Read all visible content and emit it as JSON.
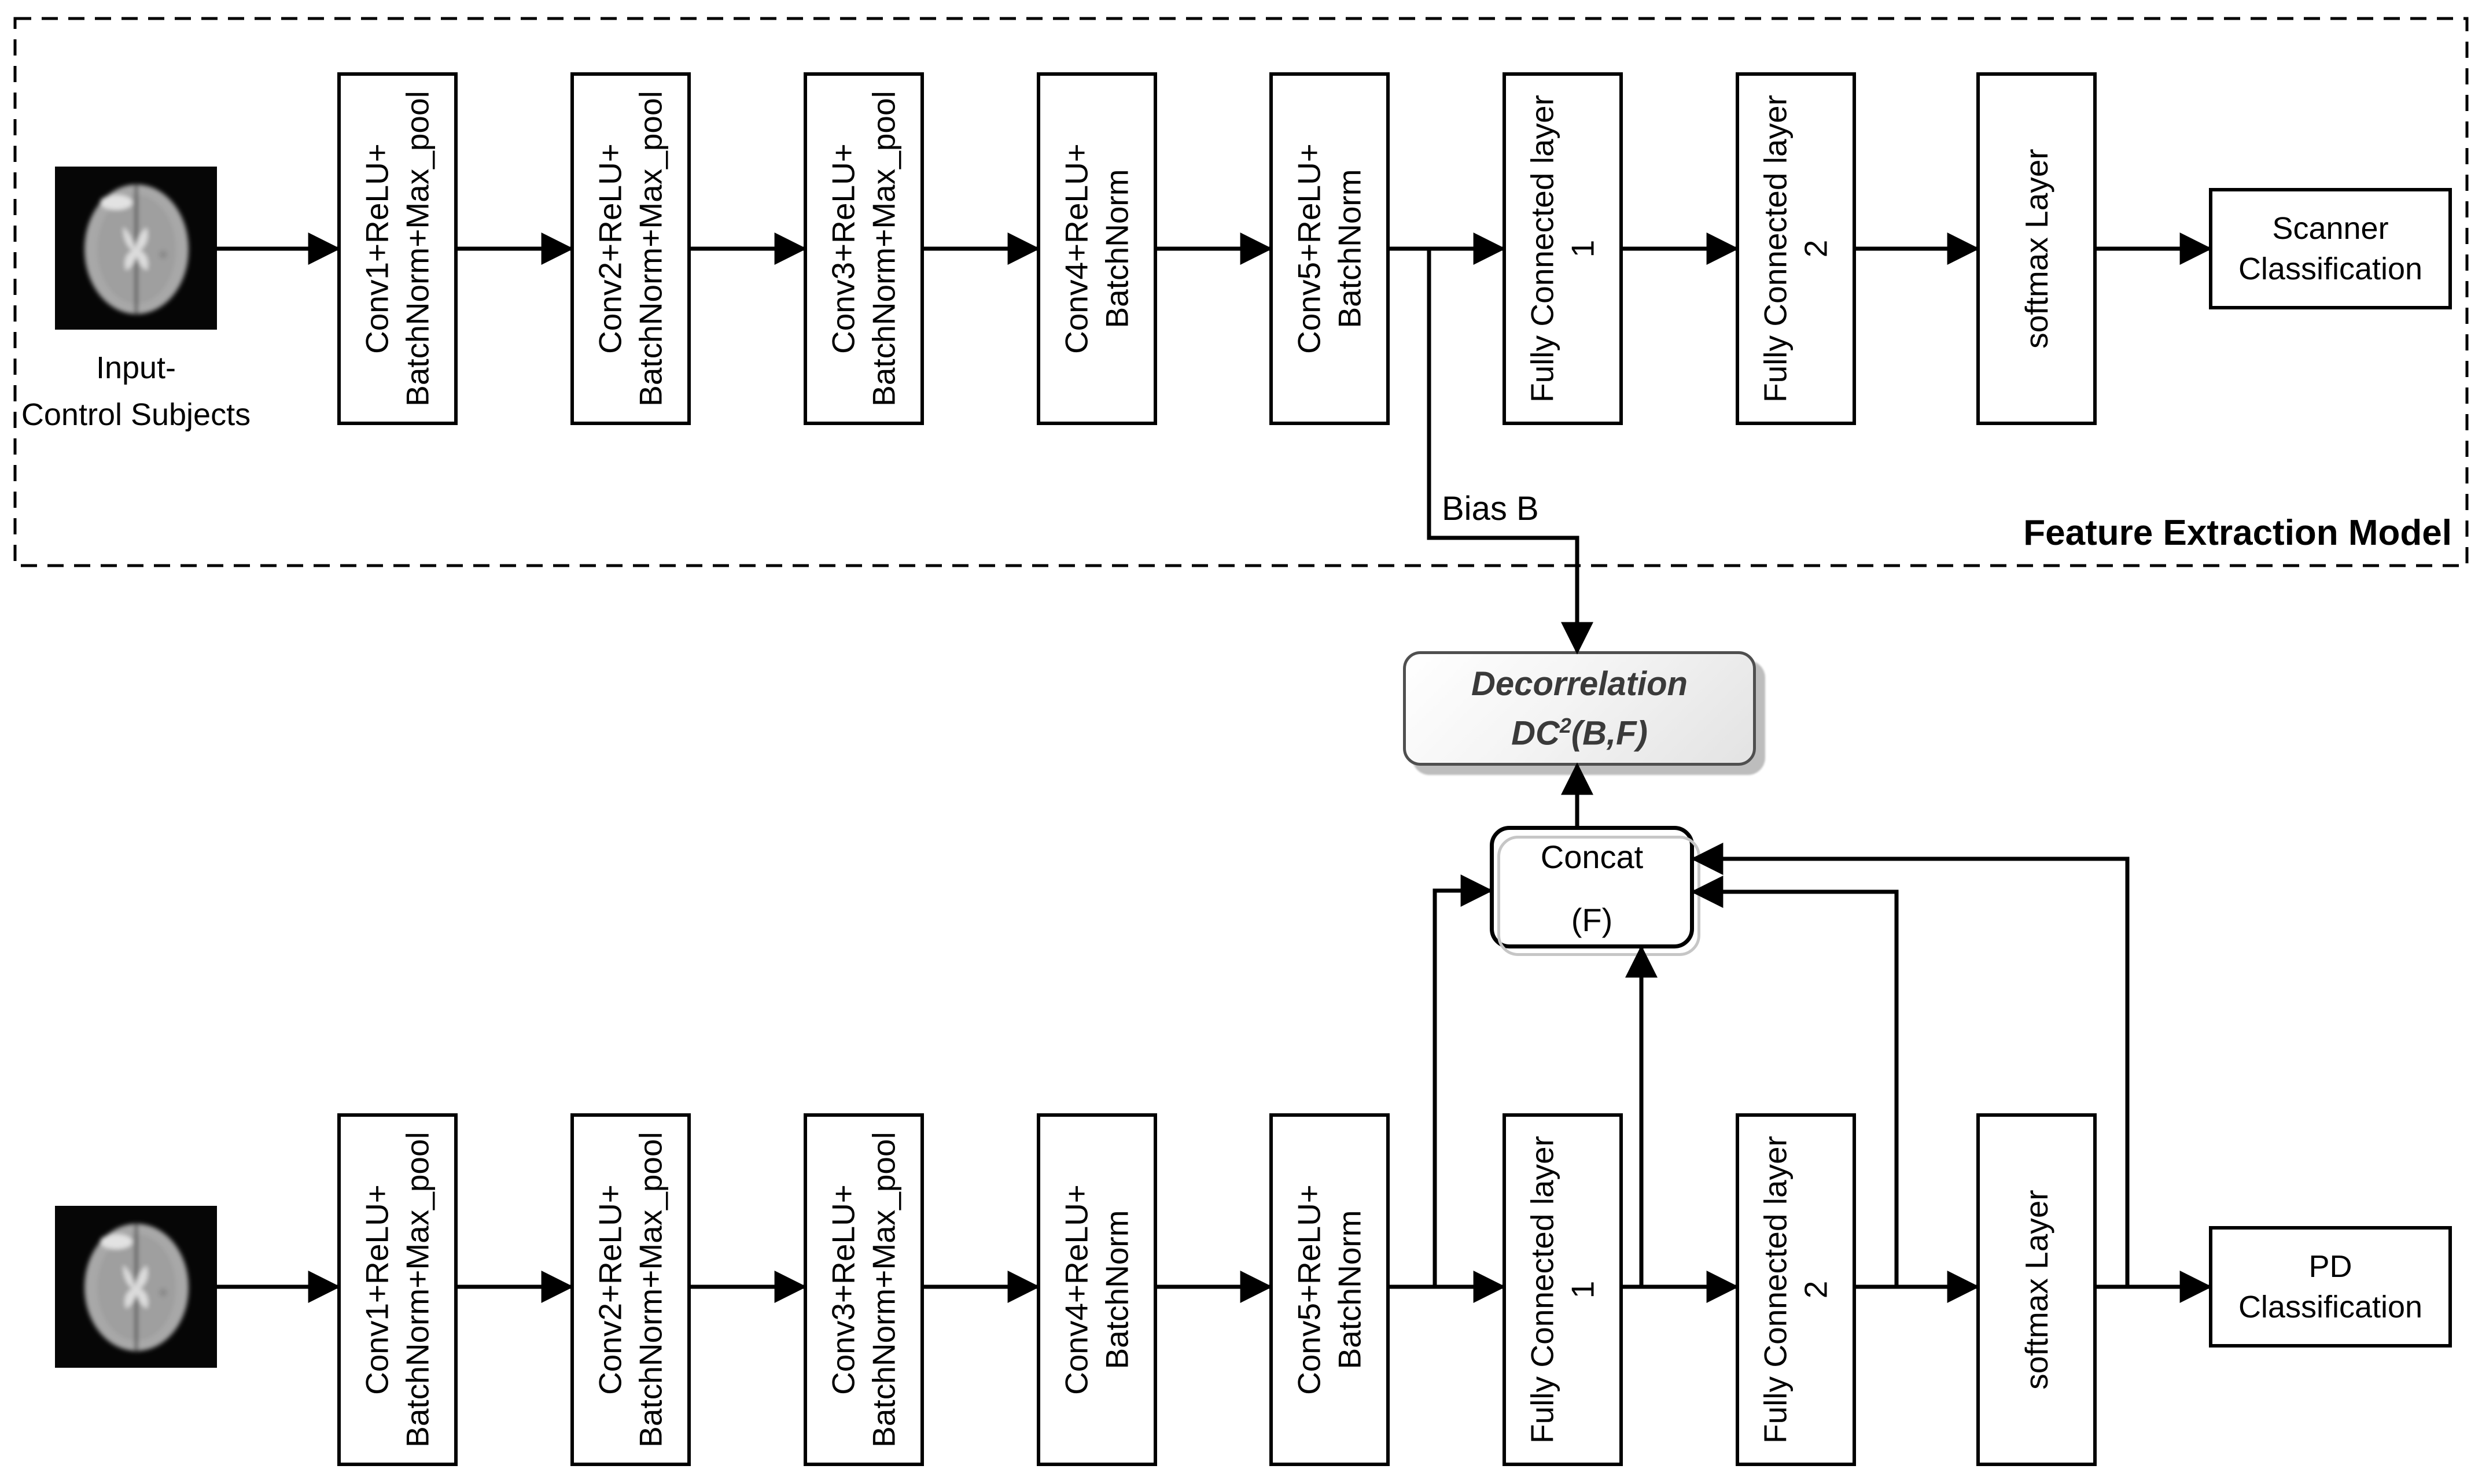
{
  "frame": {
    "label": "Feature Extraction Model"
  },
  "bias": {
    "label": "Bias B"
  },
  "top_pipeline": {
    "input_caption": {
      "line1": "Input-",
      "line2": "Control Subjects"
    },
    "layers": [
      {
        "line1": "Conv1+ReLU+",
        "line2": "BatchNorm+Max_pool"
      },
      {
        "line1": "Conv2+ReLU+",
        "line2": "BatchNorm+Max_pool"
      },
      {
        "line1": "Conv3+ReLU+",
        "line2": "BatchNorm+Max_pool"
      },
      {
        "line1": "Conv4+ReLU+",
        "line2": "BatchNorm"
      },
      {
        "line1": "Conv5+ReLU+",
        "line2": "BatchNorm"
      },
      {
        "line1": "Fully Connected layer",
        "line2": "1"
      },
      {
        "line1": "Fully Connected layer",
        "line2": "2"
      },
      {
        "line1": "softmax Layer",
        "line2": ""
      }
    ],
    "output": {
      "line1": "Scanner",
      "line2": "Classification"
    }
  },
  "bottom_pipeline": {
    "layers": [
      {
        "line1": "Conv1+ReLU+",
        "line2": "BatchNorm+Max_pool"
      },
      {
        "line1": "Conv2+ReLU+",
        "line2": "BatchNorm+Max_pool"
      },
      {
        "line1": "Conv3+ReLU+",
        "line2": "BatchNorm+Max_pool"
      },
      {
        "line1": "Conv4+ReLU+",
        "line2": "BatchNorm"
      },
      {
        "line1": "Conv5+ReLU+",
        "line2": "BatchNorm"
      },
      {
        "line1": "Fully Connected layer",
        "line2": "1"
      },
      {
        "line1": "Fully Connected layer",
        "line2": "2"
      },
      {
        "line1": "softmax Layer",
        "line2": ""
      }
    ],
    "output": {
      "line1": "PD",
      "line2": "Classification"
    }
  },
  "decorrelation": {
    "title": "Decorrelation",
    "formula_base": "DC",
    "formula_exponent": "2",
    "formula_arguments": "(B,F)"
  },
  "concat": {
    "title": "Concat",
    "subtitle": "(F)"
  },
  "colors": {
    "line": "#000000",
    "box_border": "#000000",
    "decorrelation_border": "#4f4f4f",
    "decorrelation_text": "#3a3a3a",
    "decorrelation_shadow": "#bdbdbd",
    "concat_ring": "#c6c6c6",
    "background": "#ffffff"
  }
}
